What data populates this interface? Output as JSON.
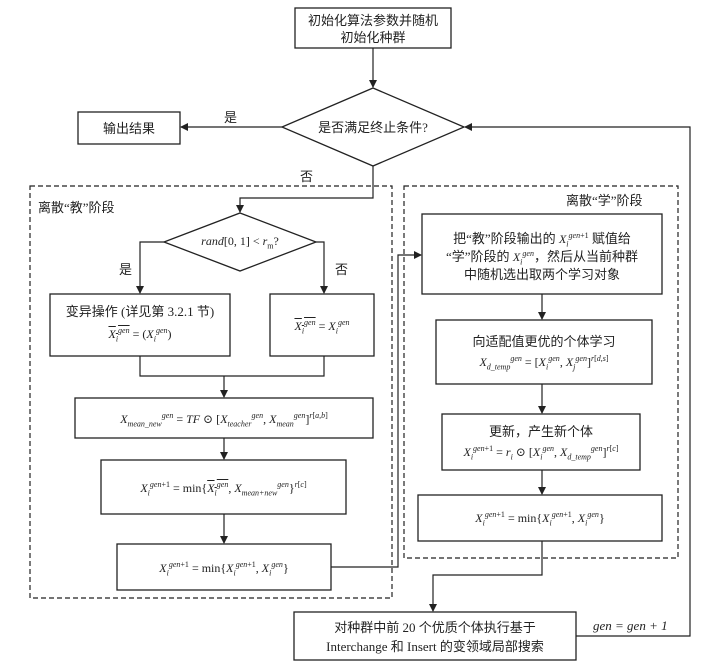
{
  "nodes": {
    "init_line1": "初始化算法参数并随机",
    "init_line2": "初始化种群",
    "terminate": "是否满足终止条件?",
    "output": "输出结果",
    "rand_cond": "rand[0, 1] < rm?",
    "mutation_line1": "变异操作 (详见第 3.2.1 节)",
    "mutation_formula": "X̄_i^gen = (X_i^gen)",
    "no_mutation_formula": "X̄_i^gen = X_i^gen",
    "mean_new_formula": "X_mean_new^gen = TF ⊙ [X_teacher^gen, X_mean^gen]^r[a,b]",
    "teach_min_formula": "X_i^gen+1 = min{X̄_i^gen, X_mean+new^gen}^r[c]",
    "teach_final_formula": "X_i^gen+1 = min{X_i^gen+1, X_i^gen}",
    "learn_assign_line1": "把“教”阶段输出的 X_i^gen+1 赋值给",
    "learn_assign_line2": "“学”阶段的 X_i^gen，然后从当前种群",
    "learn_assign_line3": "中随机选出取两个学习对象",
    "learn_better_line1": "向适配值更优的个体学习",
    "learn_better_formula": "X_d_temp^gen = [X_i^gen, X_j^gen]^r[d,s]",
    "learn_update_line1": "更新，产生新个体",
    "learn_update_formula": "X_i^gen+1 = r_i ⊙ [X_i^gen, X_d_temp^gen]^r[c]",
    "learn_final_formula": "X_i^gen+1 = min{X_i^gen+1, X_i^gen}",
    "local_search_line1": "对种群中前 20 个优质个体执行基于",
    "local_search_line2": "Interchange 和 Insert 的变领域局部搜索"
  },
  "labels": {
    "yes": "是",
    "no": "否",
    "teach_phase": "离散“教”阶段",
    "learn_phase": "离散“学”阶段",
    "gen_update": "gen = gen + 1"
  }
}
